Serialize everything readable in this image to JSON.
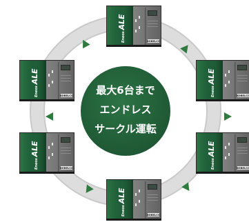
{
  "center_caption": [
    "最大6台まで",
    "エンドレス",
    "サークル運転"
  ],
  "unit_brand_small": "Eneos",
  "unit_brand_large": "ALE",
  "unit_maker": "KOBELCO",
  "colors": {
    "ring": "#d9d9d9",
    "ring_shadow": "#c4c4c4",
    "center_circle": "#23613a",
    "caption_text": "#ffffff",
    "arrow": "#2f7a3e",
    "unit_panel_green": "#1f5e38",
    "unit_panel_grey": "#6e6e6e",
    "unit_panel_dark": "#3a3a3a"
  },
  "flow_direction": "clockwise",
  "unit_count": 6
}
